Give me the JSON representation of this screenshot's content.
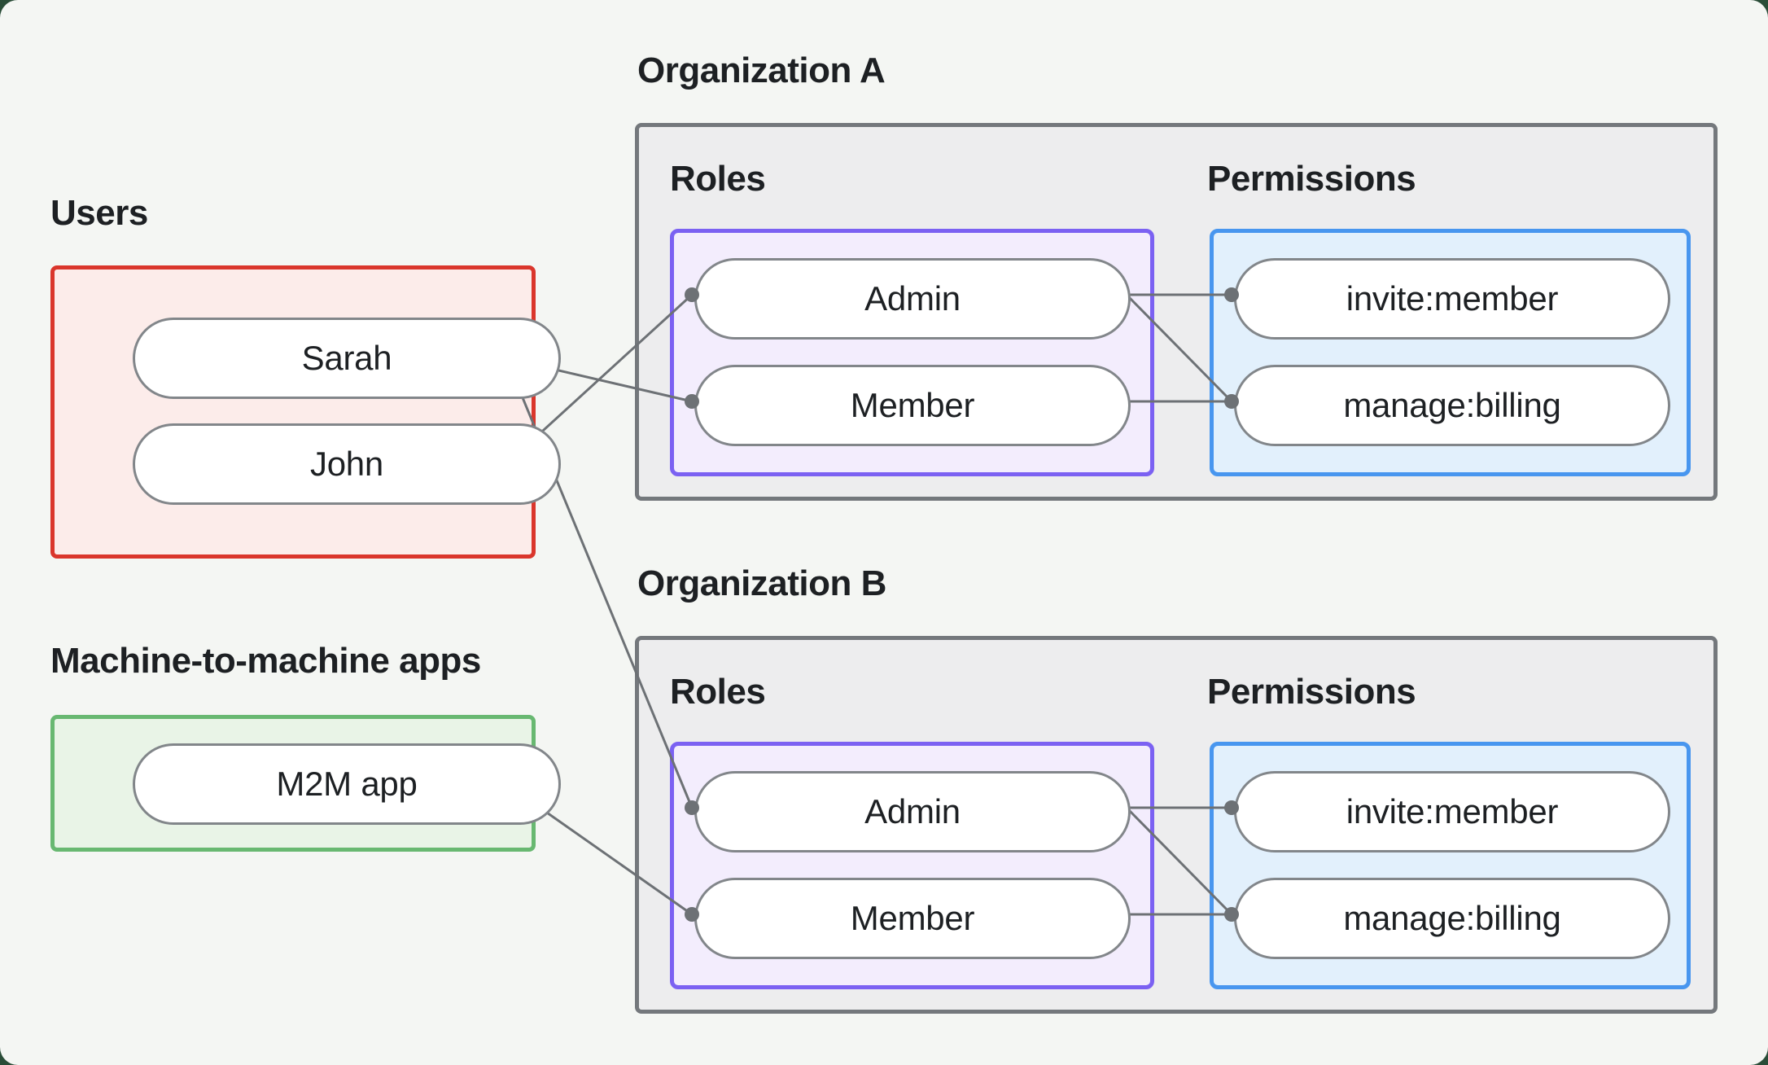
{
  "labels": {
    "users": "Users",
    "m2m": "Machine-to-machine apps",
    "roles": "Roles",
    "permissions": "Permissions"
  },
  "users": [
    {
      "id": "sarah",
      "name": "Sarah"
    },
    {
      "id": "john",
      "name": "John"
    }
  ],
  "m2m_apps": [
    {
      "id": "m2m_app",
      "name": "M2M app"
    }
  ],
  "organizations": [
    {
      "id": "orgA",
      "title": "Organization A",
      "roles": [
        {
          "id": "admin",
          "name": "Admin"
        },
        {
          "id": "member",
          "name": "Member"
        }
      ],
      "permissions": [
        {
          "id": "invite",
          "name": "invite:member"
        },
        {
          "id": "manage",
          "name": "manage:billing"
        }
      ]
    },
    {
      "id": "orgB",
      "title": "Organization B",
      "roles": [
        {
          "id": "admin",
          "name": "Admin"
        },
        {
          "id": "member",
          "name": "Member"
        }
      ],
      "permissions": [
        {
          "id": "invite",
          "name": "invite:member"
        },
        {
          "id": "manage",
          "name": "manage:billing"
        }
      ]
    }
  ],
  "connections": [
    {
      "from": "sarah",
      "to": "orgA.member"
    },
    {
      "from": "john",
      "to": "orgA.admin"
    },
    {
      "from": "sarah",
      "to": "orgB.admin"
    },
    {
      "from": "m2m_app",
      "to": "orgB.member"
    },
    {
      "from": "orgA.admin",
      "to": "orgA.invite"
    },
    {
      "from": "orgA.admin",
      "to": "orgA.manage"
    },
    {
      "from": "orgA.member",
      "to": "orgA.manage"
    },
    {
      "from": "orgB.admin",
      "to": "orgB.invite"
    },
    {
      "from": "orgB.admin",
      "to": "orgB.manage"
    },
    {
      "from": "orgB.member",
      "to": "orgB.manage"
    }
  ],
  "colors": {
    "page_bg": "#2a4d38",
    "panel_bg": "#f4f6f3",
    "users_border": "#da362c",
    "users_fill": "#fcecea",
    "m2m_border": "#68b871",
    "m2m_fill": "#e9f4e7",
    "org_border": "#74787c",
    "org_fill": "#ededee",
    "roles_border": "#7b61f2",
    "roles_fill": "#f3edfd",
    "permissions_border": "#4896ef",
    "permissions_fill": "#e2f0fc",
    "connector": "#6d7175",
    "text": "#1d2023"
  }
}
